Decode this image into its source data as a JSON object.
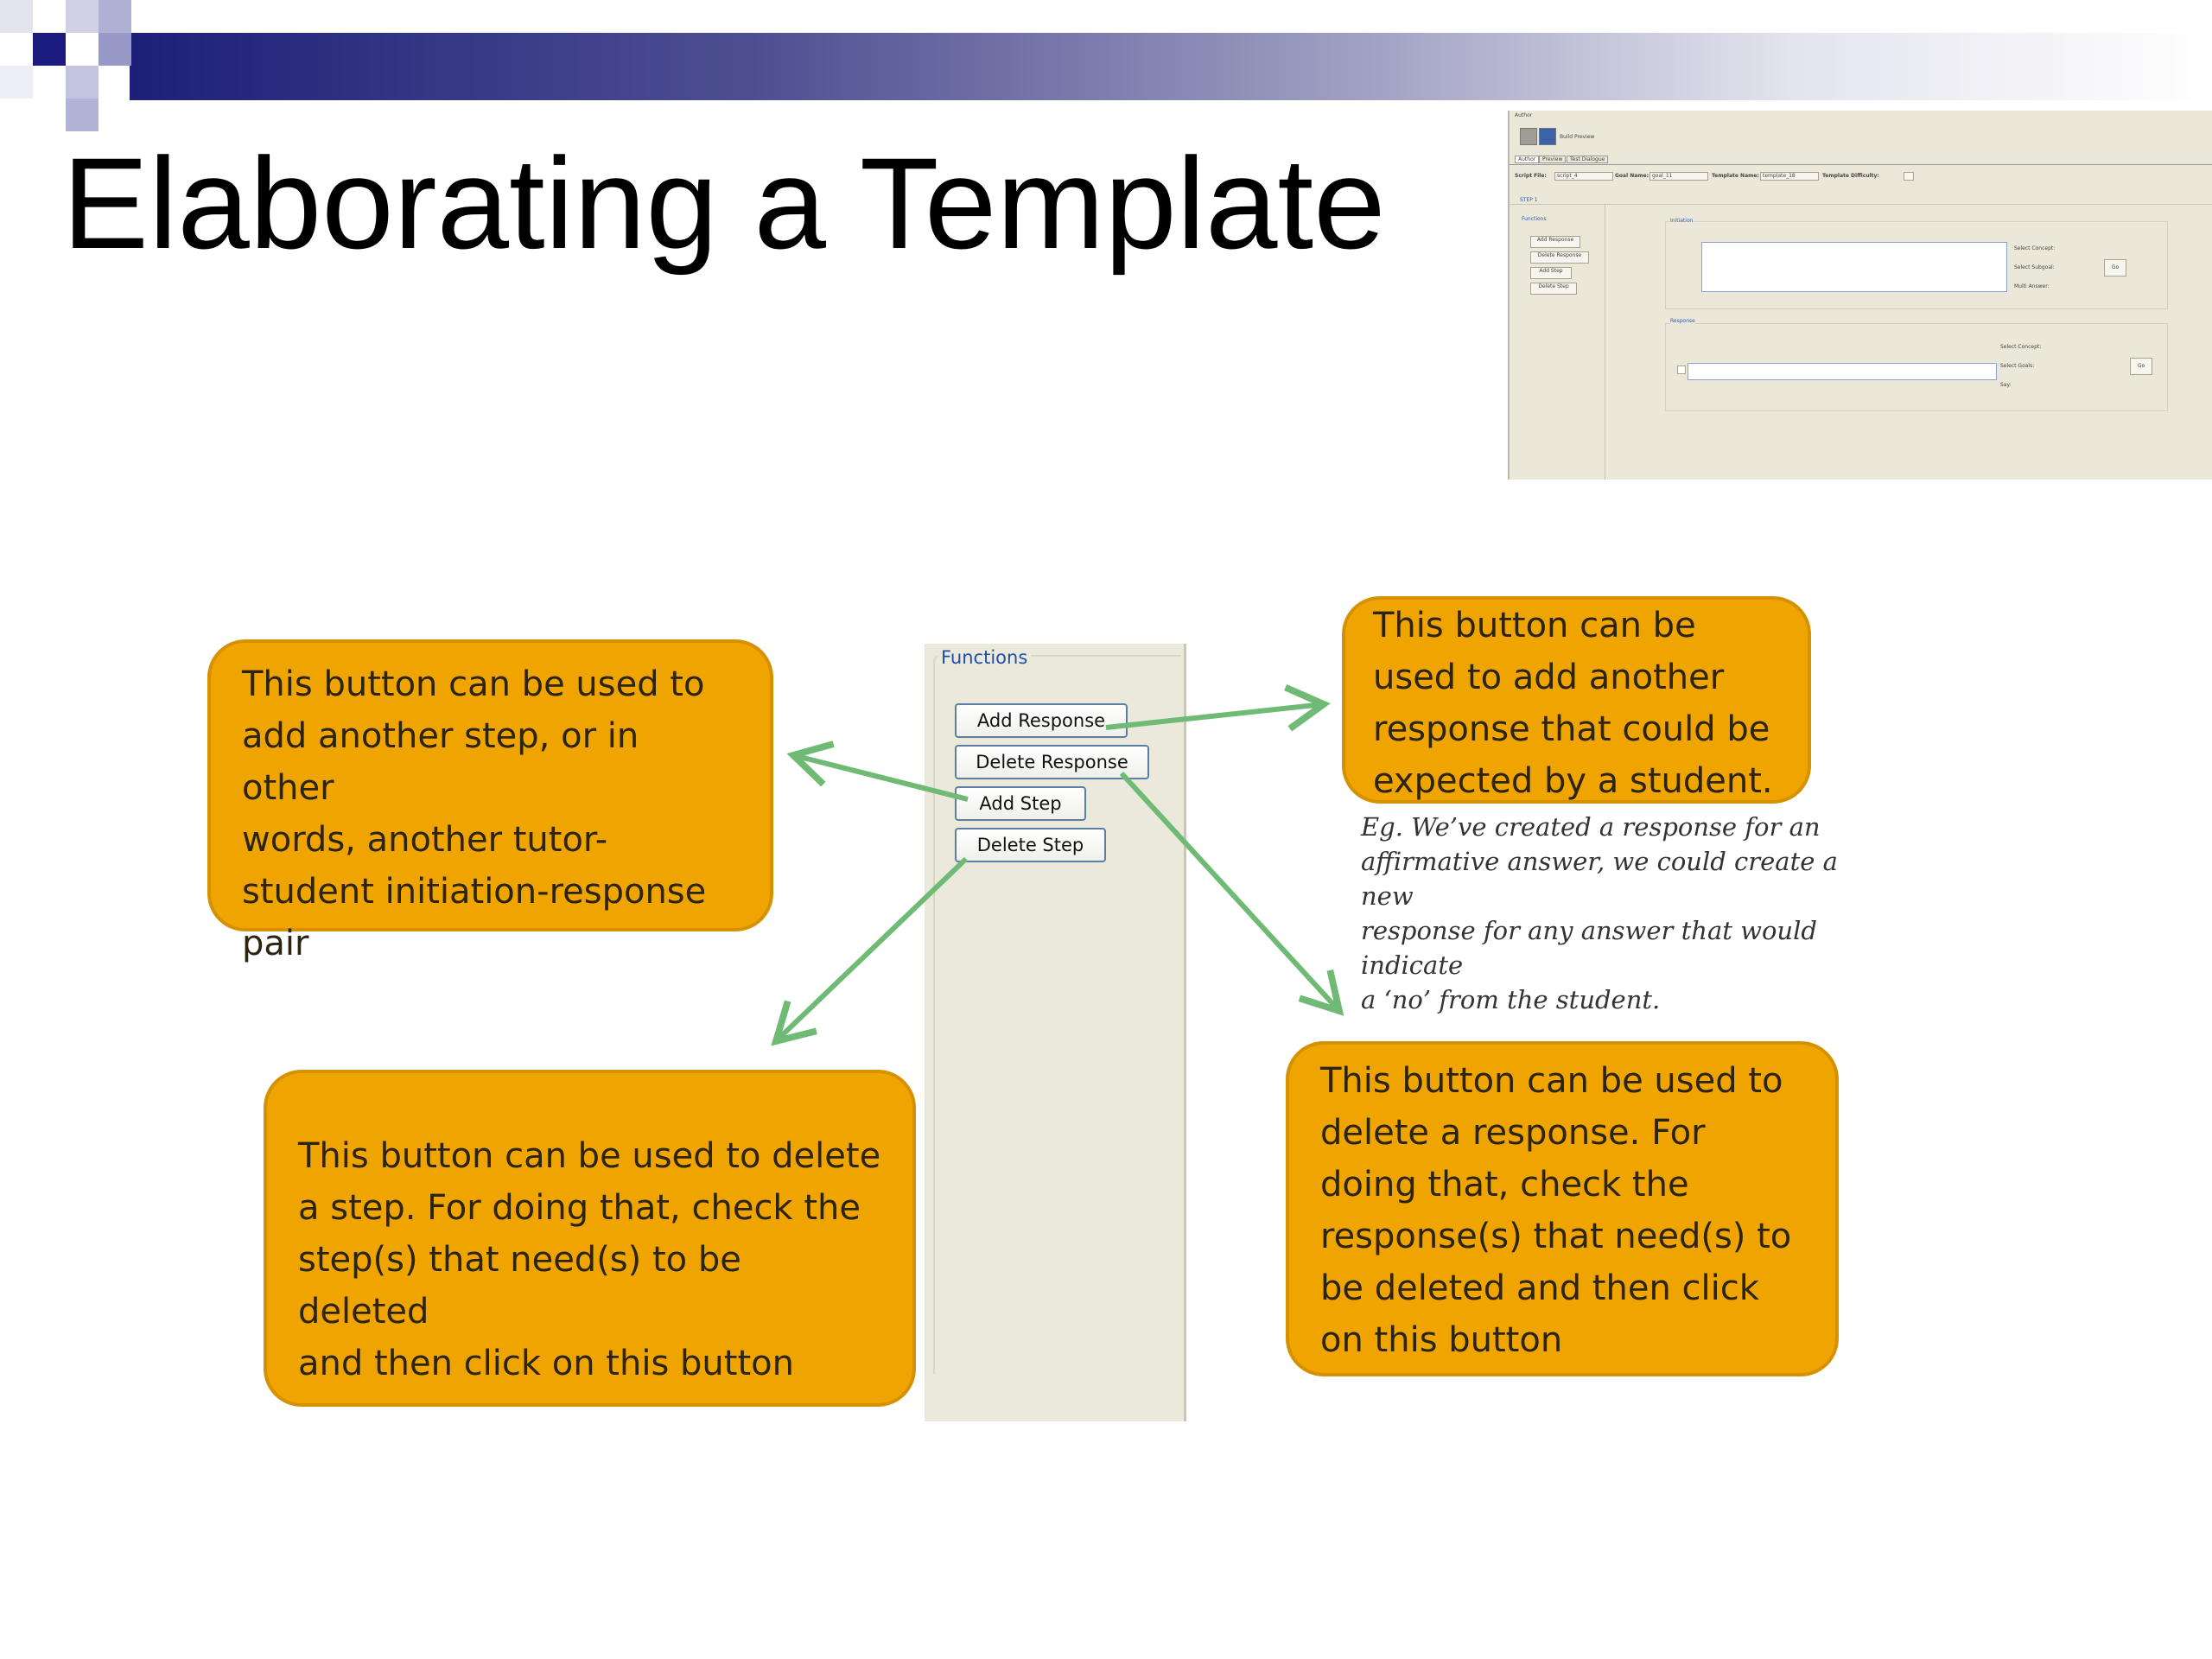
{
  "slide": {
    "title": "Elaborating a Template"
  },
  "thumbnail": {
    "window_title": "Author",
    "toolbar_label": "Build Preview",
    "tabs": [
      "Author",
      "Preview",
      "Test Dialogue"
    ],
    "fields": {
      "script_file_label": "Script File:",
      "script_file_value": "script_4",
      "goal_name_label": "Goal Name:",
      "goal_name_value": "goal_11",
      "template_name_label": "Template Name:",
      "template_name_value": "template_18",
      "template_difficulty_label": "Template Difficulty:"
    },
    "step_label": "STEP 1",
    "functions_label": "Functions",
    "buttons": [
      "Add Response",
      "Delete Response",
      "Add Step",
      "Delete Step"
    ],
    "initiation_label": "Initiation",
    "initiation_side": [
      "Select Concept:",
      "Select Subgoal:",
      "Multi Answer:"
    ],
    "response_label": "Response",
    "response_side": [
      "Select Concept:",
      "Select Goals:",
      "Say:"
    ],
    "go_label": "Go"
  },
  "functions_panel": {
    "label": "Functions",
    "buttons": {
      "add_response": "Add Response",
      "delete_response": "Delete Response",
      "add_step": "Add Step",
      "delete_step": "Delete Step"
    }
  },
  "callouts": {
    "add_step": {
      "lines": [
        "This button can be used to",
        "add another step, or in other",
        "words, another tutor-",
        "student initiation-response",
        "pair"
      ]
    },
    "add_response": {
      "lines": [
        "This button can be",
        "used to add another",
        "response that could be",
        "expected by a student."
      ]
    },
    "add_response_note": {
      "lines": [
        "Eg. We’ve created a response for an",
        "affirmative answer,  we could create a new",
        "response for any answer that would indicate",
        "a ‘no’ from the student."
      ]
    },
    "delete_step": {
      "lines": [
        "This button can be used to delete",
        "a step. For doing that, check the",
        "step(s) that need(s) to be deleted",
        "and then click on this button"
      ]
    },
    "delete_response": {
      "lines": [
        "This button can be used to",
        "delete a response. For",
        "doing that, check the",
        "response(s) that need(s) to",
        "be deleted and then click",
        "on this button"
      ]
    }
  },
  "colors": {
    "callout_fill": "#f0a400",
    "callout_border": "#d69100",
    "arrow": "#6fba74",
    "header_dark": "#1e1f78",
    "panel_bg": "#ebe9dc"
  }
}
